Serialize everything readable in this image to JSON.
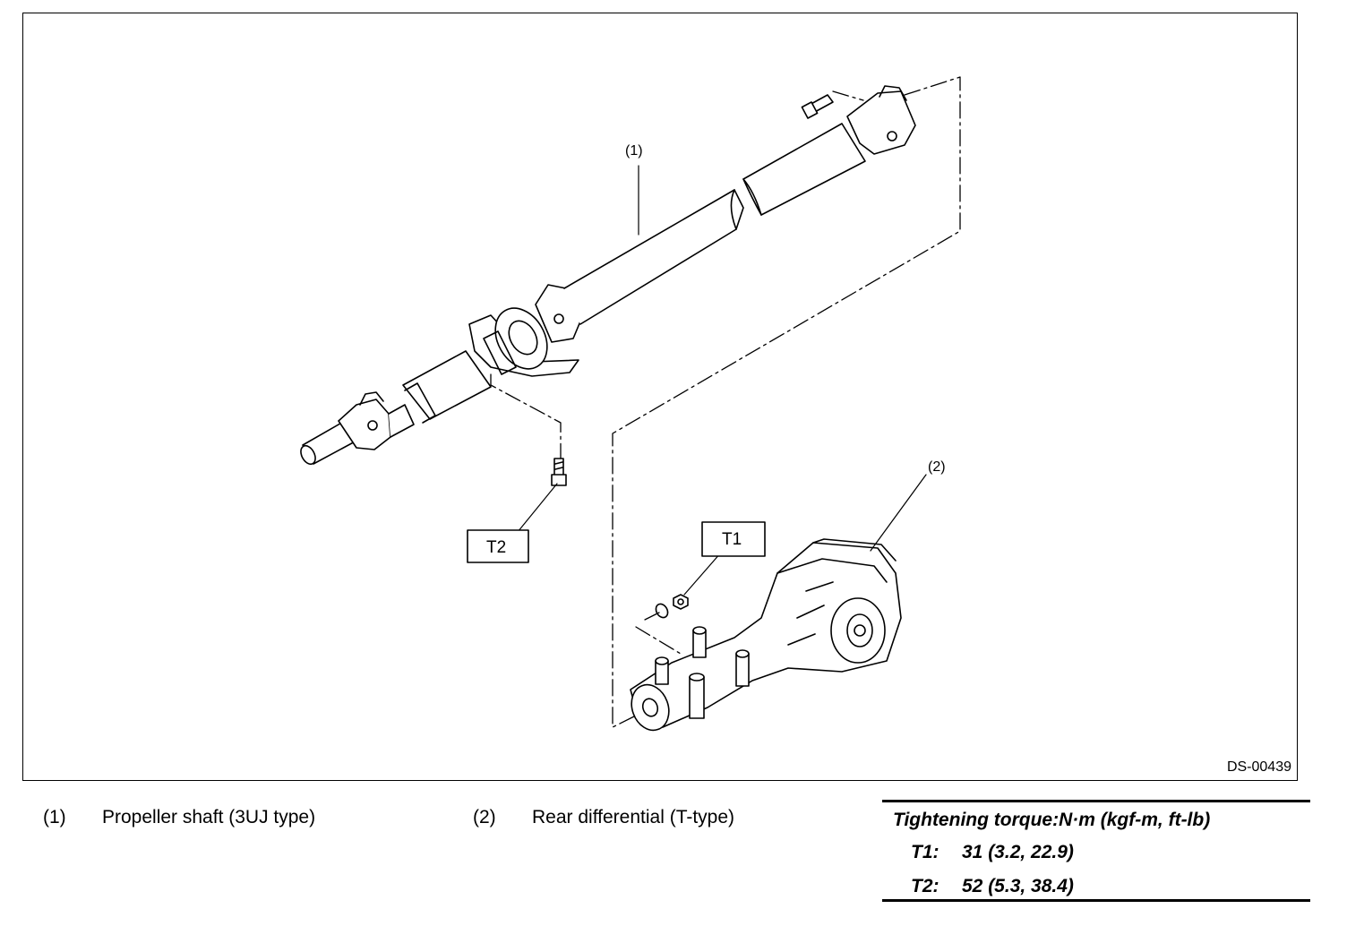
{
  "figure": {
    "code": "DS-00439",
    "callouts": {
      "c1": "(1)",
      "c2": "(2)"
    },
    "tags": {
      "t1": "T1",
      "t2": "T2"
    }
  },
  "legend": [
    {
      "num": "(1)",
      "text": "Propeller shaft (3UJ type)"
    },
    {
      "num": "(2)",
      "text": "Rear differential (T-type)"
    }
  ],
  "torque": {
    "title": "Tightening torque:N·m (kgf-m, ft-lb)",
    "rows": [
      {
        "key": "T1:",
        "value": "31 (3.2, 22.9)"
      },
      {
        "key": "T2:",
        "value": "52 (5.3, 38.4)"
      }
    ]
  }
}
